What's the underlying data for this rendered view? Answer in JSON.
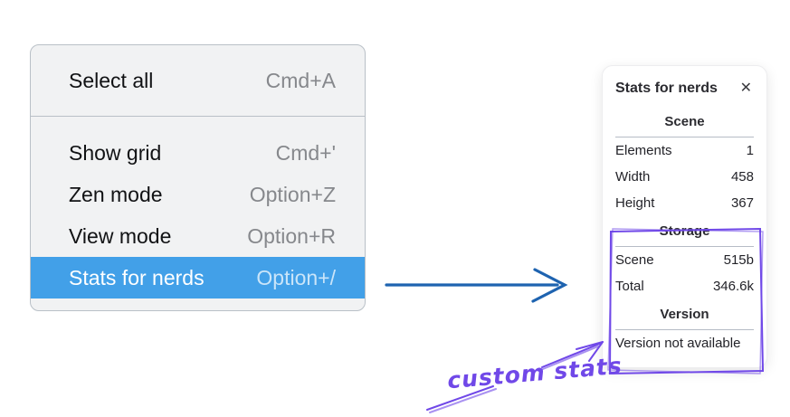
{
  "context_menu": {
    "sections": [
      {
        "items": [
          {
            "label": "Select all",
            "shortcut": "Cmd+A",
            "selected": false
          }
        ]
      },
      {
        "items": [
          {
            "label": "Show grid",
            "shortcut": "Cmd+'",
            "selected": false
          },
          {
            "label": "Zen mode",
            "shortcut": "Option+Z",
            "selected": false
          },
          {
            "label": "View mode",
            "shortcut": "Option+R",
            "selected": false
          },
          {
            "label": "Stats for nerds",
            "shortcut": "Option+/",
            "selected": true
          }
        ]
      }
    ],
    "selection_color": "#42a0e8"
  },
  "stats_panel": {
    "title": "Stats for nerds",
    "close_icon": "✕",
    "sections": [
      {
        "heading": "Scene",
        "rows": [
          {
            "label": "Elements",
            "value": "1"
          },
          {
            "label": "Width",
            "value": "458"
          },
          {
            "label": "Height",
            "value": "367"
          }
        ]
      },
      {
        "heading": "Storage",
        "rows": [
          {
            "label": "Scene",
            "value": "515b"
          },
          {
            "label": "Total",
            "value": "346.6k"
          }
        ]
      },
      {
        "heading": "Version",
        "note": "Version not available"
      }
    ]
  },
  "annotations": {
    "label": "custom stats",
    "highlight_color": "#7048e8",
    "pointer_arrow_color": "#1e63b0"
  }
}
